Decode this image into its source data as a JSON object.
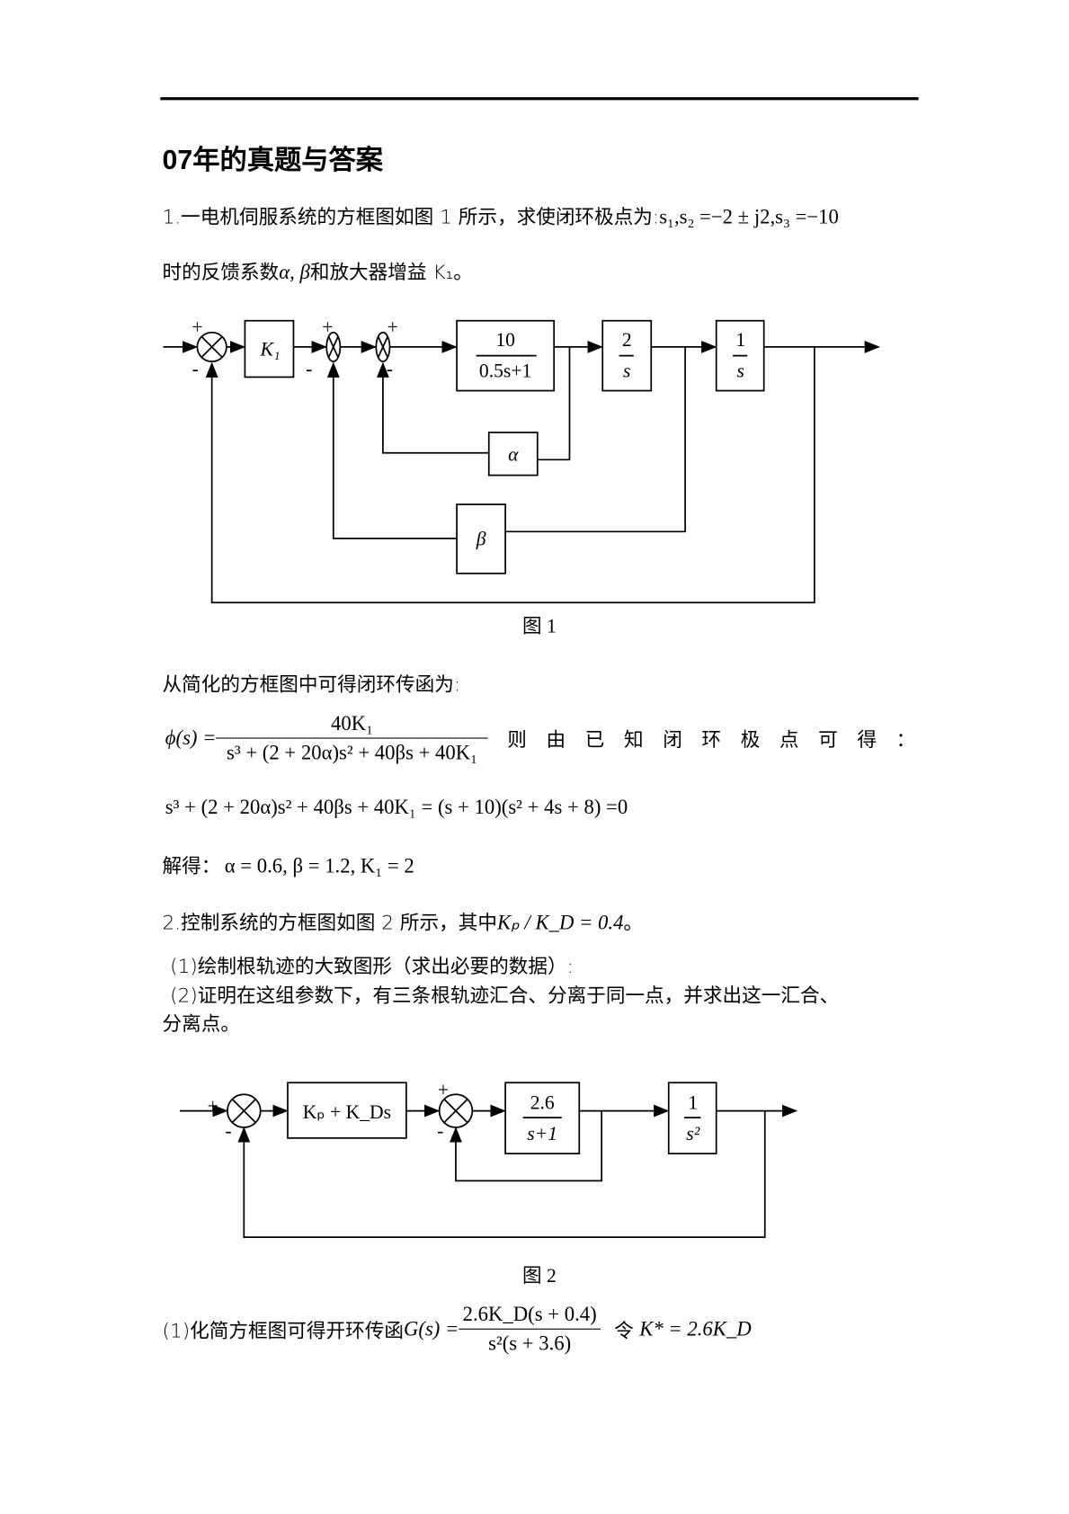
{
  "title": "07年的真题与答案",
  "q1": {
    "line1_text": "1.一电机伺服系统的方框图如图 1 所示，求使闭环极点为:",
    "poles": "s₁,s₂ =−2 ± j2,s₃ =−10",
    "line2_a": "时的反馈系数",
    "line2_greek": "α, β",
    "line2_b": "和放大器增益 K₁。"
  },
  "fig1": {
    "k1": "K₁",
    "g1_num": "10",
    "g1_den": "0.5s+1",
    "g2_num": "2",
    "g2_den": "s",
    "g3_num": "1",
    "g3_den": "s",
    "alpha": "α",
    "beta": "β",
    "plus": "+",
    "minus": "-",
    "caption": "图 1"
  },
  "a1": {
    "intro": "从简化的方框图中可得闭环传函为:",
    "phi_lhs": "ϕ(s) =",
    "phi_num": "40K₁",
    "phi_den": "s³ + (2 + 20α)s² + 40βs + 40K₁",
    "then": "则由已知闭环极点可得：",
    "eq": "s³ + (2 + 20α)s² + 40βs + 40K₁ = (s + 10)(s² + 4s + 8) =0",
    "solve_label": "解得：",
    "solve": "α = 0.6, β = 1.2, K₁ = 2"
  },
  "q2": {
    "line1": "2.控制系统的方框图如图 2 所示，其中",
    "ratio": "Kₚ / K_D = 0.4",
    "period": "。",
    "p1": "(1)绘制根轨迹的大致图形（求出必要的数据）:",
    "p2a": "(2)证明在这组参数下，有三条根轨迹汇合、分离于同一点，并求出这一汇合、",
    "p2b": "分离点。"
  },
  "fig2": {
    "pd": "Kₚ + K_Ds",
    "g1_num": "2.6",
    "g1_den": "s+1",
    "g2_num": "1",
    "g2_den": "s²",
    "plus": "+",
    "minus": "-",
    "caption": "图 2"
  },
  "a2": {
    "prefix": "(1)化简方框图可得开环传函",
    "g_lhs": "G(s) =",
    "g_num": "2.6K_D(s + 0.4)",
    "g_den": "s²(s + 3.6)",
    "let": "令",
    "kstar": "K* = 2.6K_D"
  }
}
